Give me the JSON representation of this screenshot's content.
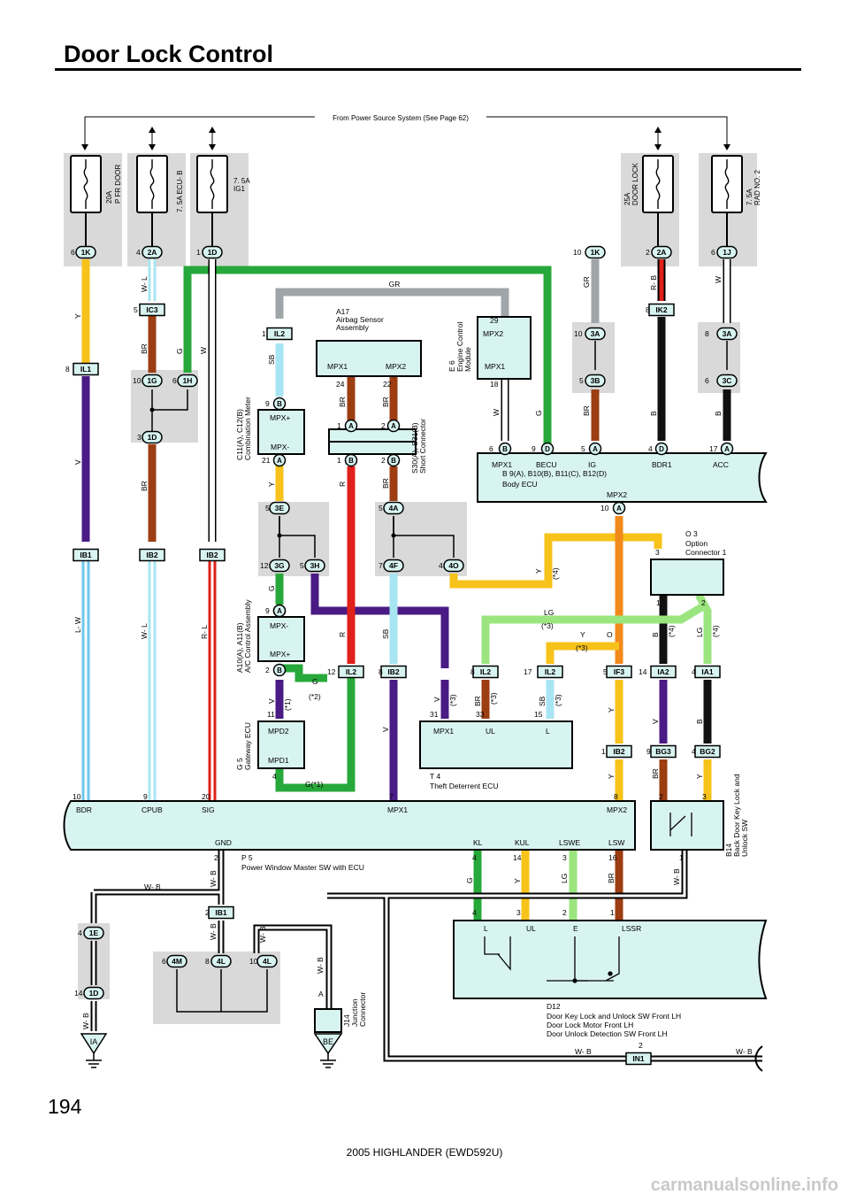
{
  "header": {
    "title": "Door Lock Control"
  },
  "footer": {
    "page_number": "194",
    "model": "2005 HIGHLANDER (EWD592U)",
    "watermark": "carmanualsonline.info"
  },
  "source_note": "From Power Source System (See Page 62)",
  "fuses": [
    {
      "amp": "20A",
      "name": "P FR DOOR"
    },
    {
      "amp": "7. 5A",
      "name": "ECU- B",
      "combined": "7. 5A ECU- B"
    },
    {
      "amp": "7. 5A",
      "name": "IG1"
    },
    {
      "amp": "25A",
      "name": "DOOR LOCK"
    },
    {
      "amp": "7. 5A",
      "name": "RAD NO. 2"
    }
  ],
  "connectors": {
    "c_1K_a": "1K",
    "c_2A_a": "2A",
    "c_1D_a": "1D",
    "c_1K_b": "1K",
    "c_2A_b": "2A",
    "c_1J": "1J",
    "c_IL1": "IL1",
    "c_IC3": "IC3",
    "c_1G": "1G",
    "c_1H": "1H",
    "c_1D_b": "1D",
    "c_IL2_a": "IL2",
    "c_IK2": "IK2",
    "c_3A_a": "3A",
    "c_3B": "3B",
    "c_3A_b": "3A",
    "c_3C": "3C",
    "c_IB1_a": "IB1",
    "c_IB2_a": "IB2",
    "c_IB2_b": "IB2",
    "c_3E": "3E",
    "c_3G": "3G",
    "c_3H": "3H",
    "c_4A": "4A",
    "c_4F": "4F",
    "c_4O": "4O",
    "c_IL2_b": "IL2",
    "c_IB2_c": "IB2",
    "c_IL2_c": "IL2",
    "c_IL2_d": "IL2",
    "c_IF3": "IF3",
    "c_IA2": "IA2",
    "c_IA1": "IA1",
    "c_IB2_d": "IB2",
    "c_BG3": "BG3",
    "c_BG2": "BG2",
    "c_IB1_b": "IB1",
    "c_1E": "1E",
    "c_1D_c": "1D",
    "c_4M": "4M",
    "c_4L_a": "4L",
    "c_4L_b": "4L",
    "c_IN1": "IN1",
    "p_B1": "B",
    "p_A1": "A",
    "p_A2": "A",
    "p_A3": "A",
    "p_B2": "B",
    "p_A4": "A",
    "p_B3": "B",
    "p_B4": "B",
    "p_B5": "B",
    "p_D1": "D",
    "p_A5": "A",
    "p_D2": "D",
    "p_A6": "A",
    "p_A7": "A"
  },
  "pins": {
    "n6a": "6",
    "n4a": "4",
    "n1a": "1",
    "n10a": "10",
    "n2a": "2",
    "n6b": "6",
    "n8a": "8",
    "n5a": "5",
    "n10b": "10",
    "n6c": "6",
    "n3a": "3",
    "n1b": "1",
    "n8b": "8",
    "n10c": "10",
    "n5b": "5",
    "n8c": "8",
    "n6d": "6",
    "n29": "29",
    "n18": "18",
    "n24": "24",
    "n22": "22",
    "n9a": "9",
    "n21": "21",
    "n1c": "1",
    "n2b": "2",
    "n1d": "1",
    "n2c": "2",
    "n6e": "6",
    "n9b": "9",
    "n5c": "5",
    "n4b": "4",
    "n17": "17",
    "n10d": "10",
    "n3b": "3",
    "n2d": "2",
    "n3c": "3",
    "n1e": "1",
    "n5d": "5",
    "n12a": "12",
    "n5e": "5",
    "n7a": "7",
    "n4c": "4",
    "n3d": "3",
    "n1f": "1",
    "n2e": "2",
    "n9c": "9",
    "n2f": "2",
    "n12b": "12",
    "n8d": "8",
    "n8e": "8",
    "n17b": "17",
    "n5f": "5",
    "n14a": "14",
    "n4d": "4",
    "n11": "11",
    "n4e": "4",
    "n31": "31",
    "n33": "33",
    "n15": "15",
    "n1g": "1",
    "n9d": "9",
    "n4f": "4",
    "n10e": "10",
    "n9e": "9",
    "n20": "20",
    "n7b": "7",
    "n8f": "8",
    "n2g": "2",
    "n3e": "3",
    "n2h": "2",
    "n4g": "4",
    "n14b": "14",
    "n3f": "3",
    "n16": "16",
    "n1h": "1",
    "n4h": "4",
    "n3g": "3",
    "n2i": "2",
    "n1i": "1",
    "n2j": "2",
    "n4i": "4",
    "n14c": "14",
    "n6f": "6",
    "n8g": "8",
    "n10f": "10",
    "nA": "A",
    "n2k": "2"
  },
  "wires": {
    "w_Y1": "Y",
    "w_WL1": "W- L",
    "w_BR1": "BR",
    "w_G1": "G",
    "w_W1": "W",
    "w_V1": "V",
    "w_BR2": "BR",
    "w_LW": "L- W",
    "w_WL2": "W- L",
    "w_RL": "R- L",
    "w_GR1": "GR",
    "w_GR2": "GR",
    "w_RB": "R- B",
    "w_W2": "W",
    "w_SB1": "SB",
    "w_BR3": "BR",
    "w_BR4": "BR",
    "w_Y2": "Y",
    "w_R1": "R",
    "w_BR5": "BR",
    "w_W3": "W",
    "w_G2": "G",
    "w_BR6": "BR",
    "w_B1": "B",
    "w_B2": "B",
    "w_G3": "G",
    "w_R2": "R",
    "w_SB2": "SB",
    "w_Y3": "Y",
    "w_star4a": "(*4)",
    "w_LG1": "LG",
    "w_star3a": "(*3)",
    "w_Ya": "Y",
    "w_O": "O",
    "w_star3b": "(*3)",
    "w_Bs": "B",
    "w_star4b": "(*4)",
    "w_LG2": "LG",
    "w_star4c": "(*4)",
    "w_V2": "V",
    "w_star1a": "(*1)",
    "w_G4": "G",
    "w_star2": "(*2)",
    "w_V3": "V",
    "w_V4": "V",
    "w_star3c": "(*3)",
    "w_BR7": "BR",
    "w_star3d": "(*3)",
    "w_SB3": "SB",
    "w_star3e": "(*3)",
    "w_Y4": "Y",
    "w_V5": "V",
    "w_B3": "B",
    "w_G1x": "G(*1)",
    "w_Y5": "Y",
    "w_BR8": "BR",
    "w_Y6": "Y",
    "w_WB1": "W- B",
    "w_WB2": "W- B",
    "w_WB3": "W- B",
    "w_WB4": "W- B",
    "w_WB5": "W- B",
    "w_WB6": "W- B",
    "w_WB7": "W- B",
    "w_WB8": "W- B",
    "w_WB9": "W- B",
    "w_G5": "G",
    "w_Y7": "Y",
    "w_LG3": "LG",
    "w_BR9": "BR"
  },
  "components": {
    "a17": [
      "A17",
      "Airbag Sensor",
      "Assembly"
    ],
    "a17_pins": [
      "MPX1",
      "MPX2"
    ],
    "e6": [
      "E 6",
      "Engine Control",
      "Module"
    ],
    "e6_pins": [
      "MPX2",
      "MPX1"
    ],
    "c11": [
      "C11(A), C12(B)",
      "Combination Meter"
    ],
    "c11_pins": [
      "MPX+",
      "MPX-"
    ],
    "s30": [
      "S30(A), S31(B)",
      "Short Connector"
    ],
    "body_ecu": [
      "B 9(A), B10(B), B11(C), B12(D)",
      "Body ECU"
    ],
    "body_ecu_pins": [
      "MPX1",
      "BECU",
      "IG",
      "BDR1",
      "ACC",
      "MPX2"
    ],
    "o3": [
      "O 3",
      "Option",
      "Connector 1"
    ],
    "a10": [
      "A10(A), A11(B)",
      "A/C Control Assembly"
    ],
    "a10_pins": [
      "MPX-",
      "MPX+"
    ],
    "g5": [
      "G 5",
      "Gateway ECU"
    ],
    "g5_pins": [
      "MPD2",
      "MPD1"
    ],
    "t4": [
      "T 4",
      "Theft Deterrent ECU"
    ],
    "t4_pins": [
      "MPX1",
      "UL",
      "L"
    ],
    "p5": [
      "P 5",
      "Power Window Master SW with ECU"
    ],
    "p5_pins_top": [
      "BDR",
      "CPUB",
      "SIG",
      "MPX1",
      "MPX2"
    ],
    "p5_pins_bottom": [
      "GND",
      "KL",
      "KUL",
      "LSWE",
      "LSW"
    ],
    "b14": [
      "B14",
      "Back Door Key Lock and",
      "Unlock SW"
    ],
    "d12": [
      "D12",
      "Door Key Lock and Unlock SW Front LH",
      "Door Lock Motor Front LH",
      "Door Unlock Detection SW  Front LH"
    ],
    "d12_pins": [
      "L",
      "UL",
      "E",
      "LSSR"
    ],
    "j14": [
      "J14",
      "Junction",
      "Connector"
    ],
    "ground_ia": "IA",
    "ground_be": "BE"
  },
  "colors": {
    "Y": "#f7c21a",
    "BR": "#9c3d12",
    "V": "#4a1a85",
    "G": "#27a83a",
    "GR": "#a0a5a8",
    "W": "#ffffff",
    "SB": "#a8e5f2",
    "R": "#e0201a",
    "B": "#111111",
    "O": "#f28a1b",
    "LG": "#9be57f",
    "L": "#6fc6ec",
    "component_fill": "#d8f4f1",
    "shade": "#d9d9d9"
  }
}
